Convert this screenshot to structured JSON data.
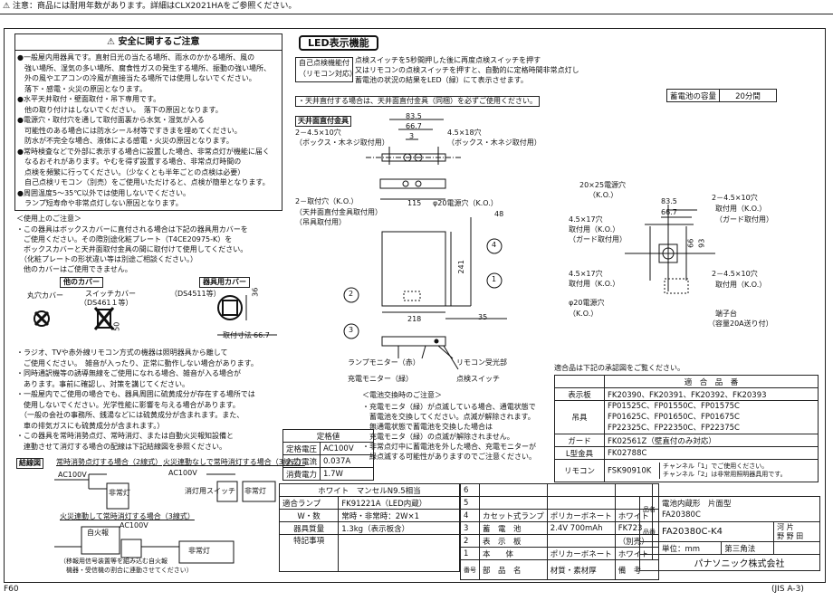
{
  "header_notice": "注意：商品には耐用年数があります。詳細はCLX2021HAをご参照ください。",
  "safety": {
    "title": "安全に関するご注意",
    "lines": [
      "●一般屋内用器具です。直射日光の当たる場所、雨水のかかる場所、風の",
      "　強い場所、湿気の多い場所、腐食性ガスの発生する場所、振動の強い場所、",
      "　外の風やエアコンの冷風が直接当たる場所では使用しないでください。",
      "　落下・感電・火災の原因となります。",
      "●水平天井取付・壁面取付・吊下専用です。",
      "　他の取り付けはしないでください。　落下の原因となります。",
      "●電源穴・取付穴を通して取付面裏から水気・湿気が入る",
      "　可能性のある場合には防水シール材等ですきまを埋めてください。",
      "　防水が不完全な場合、液体による感電・火災の原因となります。",
      "●常時検査などで外部に表示する場合に設置した場合、非常点灯が機能に届く",
      "　なるおそれがあります。やむを得ず設置する場合、非常点灯時間の",
      "　点検を頻繁に行ってください。（少なくとも半年ごとの点検は必要）",
      "　自己点検リモコン（別売）をご使用いただけると、点検が簡単となります。",
      "●周囲温度5～35℃以外では使用しないでください。",
      "　ランプ短寿命や非常点灯しない原因となります。"
    ]
  },
  "usage": {
    "title": "＜使用上のご注意＞",
    "lines": [
      "・この器具はボックスカバーに直付される場合は下記の器具用カバーを",
      "　ご使用ください。その際別途化粧プレート（T4CE20975-K）を",
      "　ボックスカバーと天井面取付金具の間に取付けて使用してください。",
      "　（化粧プレートの形状違い等は別途ご相談ください。）",
      "　他のカバーはご使用できません。"
    ],
    "cover_title": "他のカバー",
    "cover_maru": "丸穴カバー",
    "cover_switch": "スイッチカバー",
    "cover_switch2": "（DS461１等）",
    "fixture_cover_title": "器具用カバー",
    "fixture_cover_model": "（DS4511等）",
    "dim_36": "36",
    "dim_50": "50",
    "dim_667": "66.7",
    "mount_dim": "取付寸法"
  },
  "radio_notes": [
    "・ラジオ、TVや赤外線リモコン方式の機器は照明器具から離して",
    "　ご使用ください。　雑音が入ったり、正常に動作しない場合があります。",
    "・同時通訳機等の誘導無線をご使用になれる場合、雑音が入る場合が",
    "　あります。事前に確認し、対策を講じてください。",
    "・一般屋内でご使用の場合でも、器具周囲に硫黄成分が存在する場所では",
    "　使用しないでください。光学性能に影響を与える場合があります。",
    "　（一般の会社の事務所、銭湯などには硫黄成分が含まれます。また、",
    "　車の排気ガスにも硫黄成分が含まれます。）",
    "・この器具を常時消勢点灯、常時消灯、または自動火災報知設備と",
    "　連動させて消灯する場合の配線は下記結線図を参照ください。"
  ],
  "wiring": {
    "label": "結線図",
    "w1_title": "常時消勢点灯する場合（2線式）",
    "w2_title": "火災連動なしで常時消灯する場合（3線式）",
    "w3_title": "火災連動して常時消灯する場合（3線式）",
    "ac100v": "AC100V",
    "fixture": "非常灯",
    "switch": "消灯用スイッチ",
    "tenken": "自火報",
    "signal_note1": "（移報用信号装置等を組み込む自火報",
    "signal_note2": "　機器・受信機の割合に連動させてください）"
  },
  "led": {
    "title": "LED表示機能",
    "self_test1": "自己点検機能付",
    "self_test2": "（リモコン対応）",
    "desc1": "点検スイッチを5秒間押した後に再度点検スイッチを押す",
    "desc2": "又はリモコンの点検スイッチを押すと、自動的に定格時間非常点灯し",
    "desc3": "蓄電池の状況の結果をLED（緑）にて表示させます。",
    "ceiling_note": "・天井直付する場合は、天井面直付金具（同梱）を必ずご使用ください。"
  },
  "battery_cap": {
    "label": "蓄電池の容量",
    "value": "20分間"
  },
  "drawing": {
    "mount_bracket": "天井面直付金具",
    "hole1": "2－4.5×10穴",
    "hole1b": "（ボックス・木ネジ取付用）",
    "hole2": "4.5×18穴",
    "hole2b": "（ボックス・木ネジ取付用）",
    "d835": "83.5",
    "d667": "66.7",
    "d3": "3",
    "hole3": "2－取付穴（K.O.）",
    "hole3b": "（天井面直付金具取付用）",
    "hole3c": "（吊具取付用）",
    "d115": "115",
    "power_hole": "φ20電源穴（K.O.）",
    "d48": "48",
    "d241": "241",
    "d218": "218",
    "d35": "35",
    "n1": "1",
    "n2": "2",
    "n3": "3",
    "n4": "4",
    "lamp_monitor": "ランプモニター（赤）",
    "remote_rx": "リモコン受光部",
    "charge_monitor": "充電モニター（緑）",
    "test_switch": "点検スイッチ"
  },
  "right_drawing": {
    "h1": "20×25電源穴",
    "h1b": "（K.O.）",
    "d835": "83.5",
    "d667": "66.7",
    "h2": "2－4.5×10穴",
    "h2b": "取付用（K.O.）",
    "h2c": "（ガード取付用）",
    "h3": "4.5×17穴",
    "h3b": "取付用（K.O.）",
    "h3c": "（ガード取付用）",
    "d66": "66",
    "d93": "93",
    "h4": "4.5×17穴",
    "h4b": "取付用（K.O.）",
    "h5": "2－4.5×10穴",
    "h5b": "取付用（K.O.）",
    "h6": "φ20電源穴",
    "h6b": "（K.O.）",
    "terminal": "端子台",
    "terminal_b": "（容量20A送り付）"
  },
  "charge_notes": {
    "title": "＜電池交換時のご注意＞",
    "lines": [
      "・充電モニタ（緑）が点滅している場合、通電状態で",
      "　蓄電池を交換してください。点滅が解除されます。",
      "　無通電状態で蓄電池を交換した場合は",
      "　充電モニタ（緑）の点滅が解除されません。",
      "",
      "・非常点灯中に蓄電池を外した場合、充電モニターが",
      "　緑点滅する可能性がありますのでご注意ください。"
    ]
  },
  "ratings": {
    "title": "定格値",
    "rows": [
      [
        "定格電圧",
        "AC100V"
      ],
      [
        "入力電流",
        "0.037A"
      ],
      [
        "消費電力",
        "1.7W"
      ]
    ]
  },
  "compat": {
    "intro": "適合品は下記の承認図をご覧ください。",
    "header": "適　合　品　番",
    "rows": [
      [
        "表示板",
        "FK20390、FK20391、FK20392、FK20393"
      ],
      [
        "吊具",
        "FP01525C、FP01550C、FP01575C\nFP01625C、FP01650C、FP01675C\nFP22325C、FP22350C、FP22375C"
      ],
      [
        "ガード",
        "FK02561Z（壁直付のみ対応）"
      ],
      [
        "L型金具",
        "FK02788C"
      ],
      [
        "リモコン",
        "FSK90910K"
      ]
    ],
    "remote_note1": "チャンネル「1」でご使用ください。",
    "remote_note2": "チャンネル「2」は非常用照明器具用です。"
  },
  "title_block": {
    "finish": "ホワイト　マンセルN9.5相当",
    "lamp_label": "適合ランプ",
    "lamp": "FK91221A（LED内蔵）",
    "w_label": "W・数",
    "w": "常時・非常時：2W×1",
    "mass_label": "器具質量",
    "mass": "1.3kg（表示板含）",
    "notes_label": "特記事項",
    "parts": [
      [
        "6",
        "",
        "",
        "",
        ""
      ],
      [
        "5",
        "",
        "",
        "",
        ""
      ],
      [
        "4",
        "カセット式ランプ",
        "ポリカーボネート",
        "ホワイト",
        ""
      ],
      [
        "3",
        "蓄　電　池",
        "2.4V 700mAh",
        "FK723",
        ""
      ],
      [
        "2",
        "表　示　板",
        "",
        "（別売）",
        ""
      ],
      [
        "1",
        "本　　体",
        "ポリカーボネート",
        "ホワイト",
        ""
      ]
    ],
    "parts_header": [
      "番号",
      "部　品　名",
      "材質・素材厚",
      "備　考"
    ],
    "name_label": "品名",
    "name1": "電池内蔵形　片面型",
    "name2": "FA20380C",
    "model_label": "品番",
    "model": "FA20380C-K4",
    "unit": "単位：mm",
    "angle": "第三角法",
    "approved1": "河",
    "approved2": "野",
    "approved3": "片",
    "approved4": "野",
    "approved5": "田",
    "company": "パナソニック株式会社"
  },
  "footer_left": "F60",
  "footer_right": "(JIS A-3)"
}
